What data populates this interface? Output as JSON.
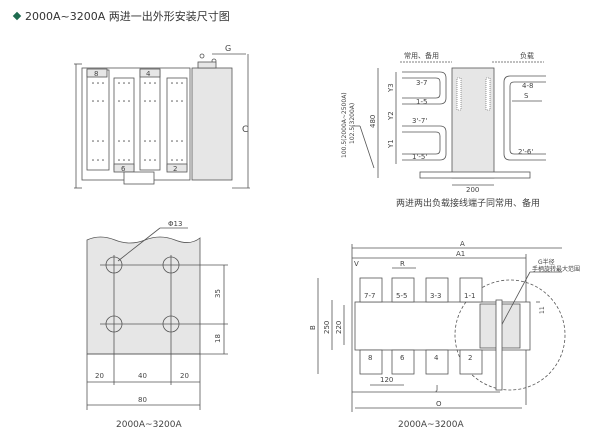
{
  "header": {
    "title": "2000A~3200A 两进一出外形安装尺寸图"
  },
  "front_view": {
    "labels": {
      "g": "G",
      "c": "C"
    },
    "poles_top": [
      "8",
      "4"
    ],
    "poles_bottom": [
      "6",
      "2"
    ]
  },
  "side_view": {
    "top_left_label": "常用、备用",
    "top_right_label": "负载",
    "dims": {
      "y3": "Y3",
      "y2": "Y2",
      "y1": "Y1",
      "h": "480",
      "note_a": "100.5(2000A~2500A)",
      "note_b": "102.5(3200A)",
      "width": "200",
      "s": "S"
    },
    "terminals": [
      "3-7",
      "1-5",
      "3'-7'",
      "1'-5'",
      "4-8",
      "2'-6'"
    ],
    "caption": "两进两出负载接线端子同常用、备用"
  },
  "busbar_view": {
    "hole_label": "Φ13",
    "dims": {
      "h35": "35",
      "h18": "18",
      "w20a": "20",
      "w40": "40",
      "w20b": "20",
      "w80": "80"
    },
    "caption": "2000A~3200A"
  },
  "top_view": {
    "dims": {
      "a": "A",
      "a1": "A1",
      "v": "V",
      "r": "R",
      "b": "B",
      "d250": "250",
      "d220": "220",
      "d120": "120",
      "j": "J",
      "o": "O",
      "d11": "11"
    },
    "terminals_top": [
      "7-7",
      "5-5",
      "3-3",
      "1-1"
    ],
    "terminals_bottom": [
      "8",
      "6",
      "4",
      "2"
    ],
    "callout_a": "G半径",
    "callout_b": "手柄旋转最大范围",
    "caption": "2000A~3200A"
  },
  "colors": {
    "accent": "#1e6b4f",
    "fill": "#e6e6e6",
    "line": "#555555"
  }
}
